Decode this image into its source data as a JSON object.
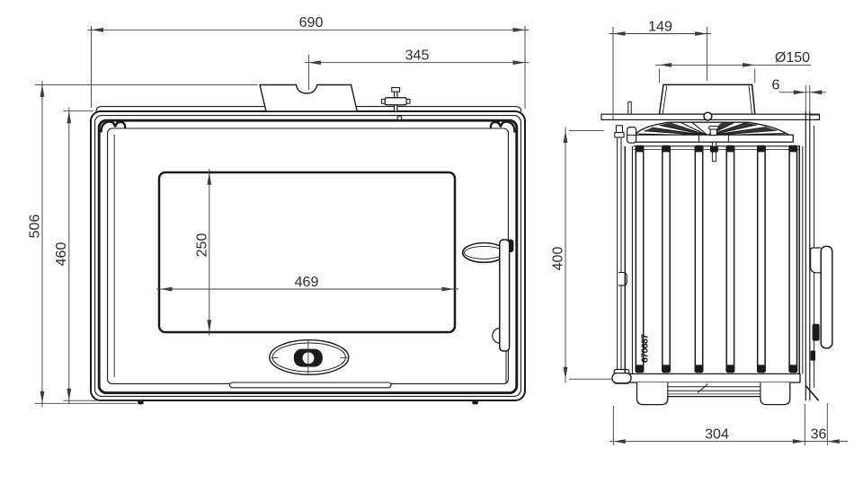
{
  "document": {
    "background_color": "#ffffff",
    "line_color": "#1b1b1b",
    "dimension_color": "#3c3c3c"
  },
  "dimensions": {
    "front": {
      "overall_width": "690",
      "flue_offset": "345",
      "overall_height": "506",
      "frame_height": "460",
      "glass_height": "250",
      "glass_width": "469"
    },
    "side": {
      "flue_center_from_back": "149",
      "flue_diameter": "Ø150",
      "frame_offset": "6",
      "opening_height": "400",
      "body_depth": "304",
      "front_protrusion": "36"
    }
  },
  "side_view": {
    "casting_mark": "670687"
  }
}
